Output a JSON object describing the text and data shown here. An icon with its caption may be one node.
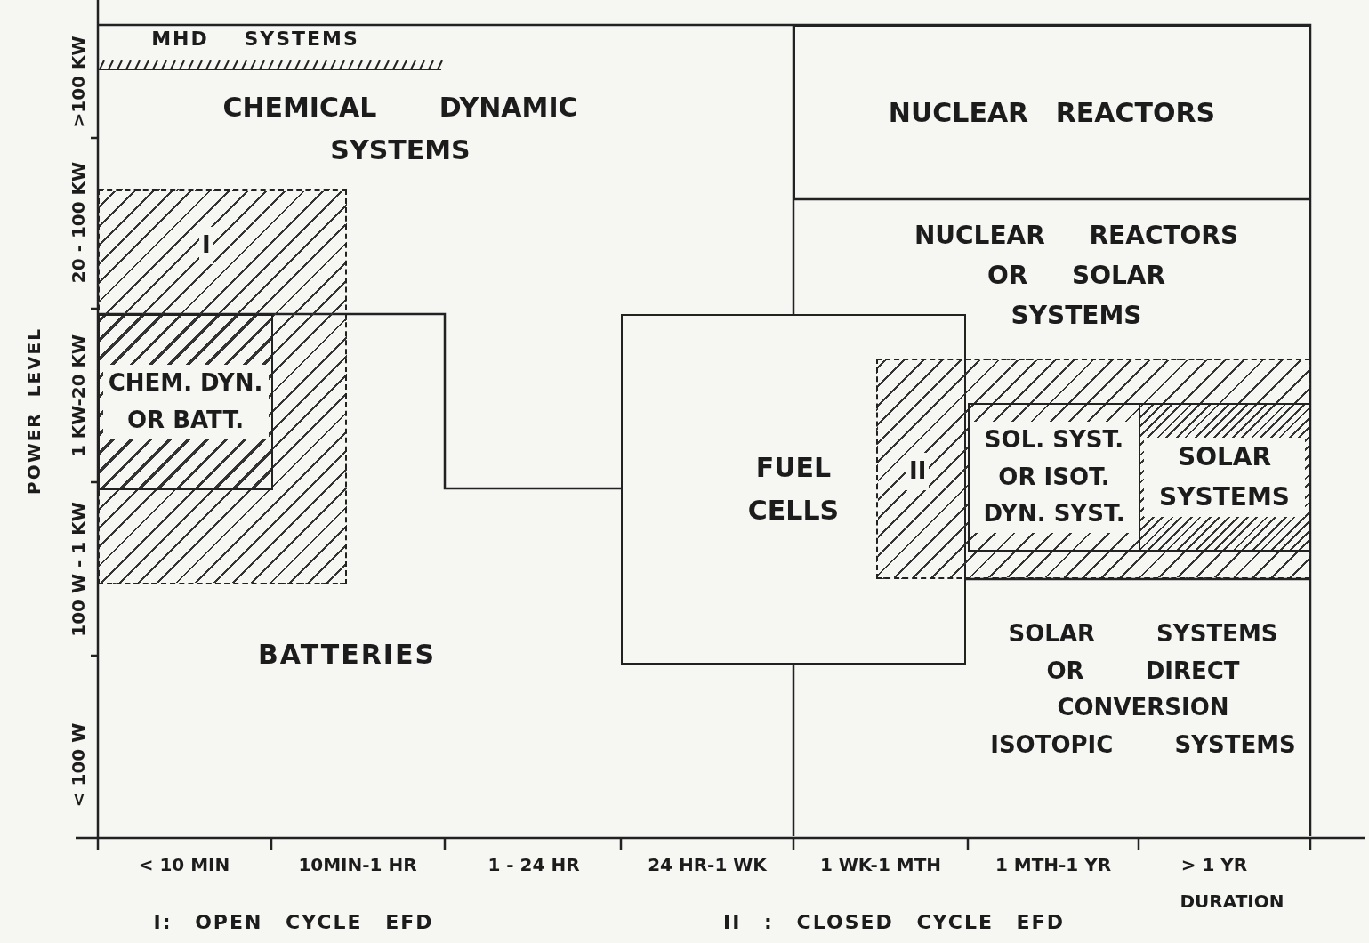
{
  "diagram": {
    "nodes": [
      {
        "text": [
          "I"
        ]
      },
      {
        "text": [
          "CHEM. DYN. OR BATT."
        ],
        "in": 0
      },
      {
        "text": [
          "FUEL CELLS"
        ]
      },
      {
        "text": [
          "NUCLEAR REACTORS"
        ]
      },
      {
        "text": [
          "II"
        ]
      },
      {
        "text": [
          "SOL. SYST. OR ISOT. DYN. SYST."
        ],
        "in": 4
      },
      {
        "text": [
          "SOLAR SYSTEMS"
        ],
        "in": 4
      }
    ],
    "labels": [
      "MHD SYSTEMS",
      "CHEMICAL DYNAMIC SYSTEMS",
      "NUCLEAR REACTORS OR SOLAR SYSTEMS",
      "BATTERIES",
      "SOLAR SYSTEMS OR DIRECT CONVERSION ISOTOPIC SYSTEMS",
      "< 100 W",
      "100 W - 1 KW",
      "1 KW-20 KW",
      "20 - 100 KW",
      ">100 KW",
      "POWER LEVEL",
      "< 10 MIN",
      "10MIN-1 HR",
      "1 - 24 HR",
      "24 HR-1 WK",
      "1 WK-1 MTH",
      "1 MTH-1 YR",
      "> 1 YR",
      "DURATION",
      "I: OPEN CYCLE EFD",
      "II : CLOSED CYCLE EFD"
    ]
  }
}
